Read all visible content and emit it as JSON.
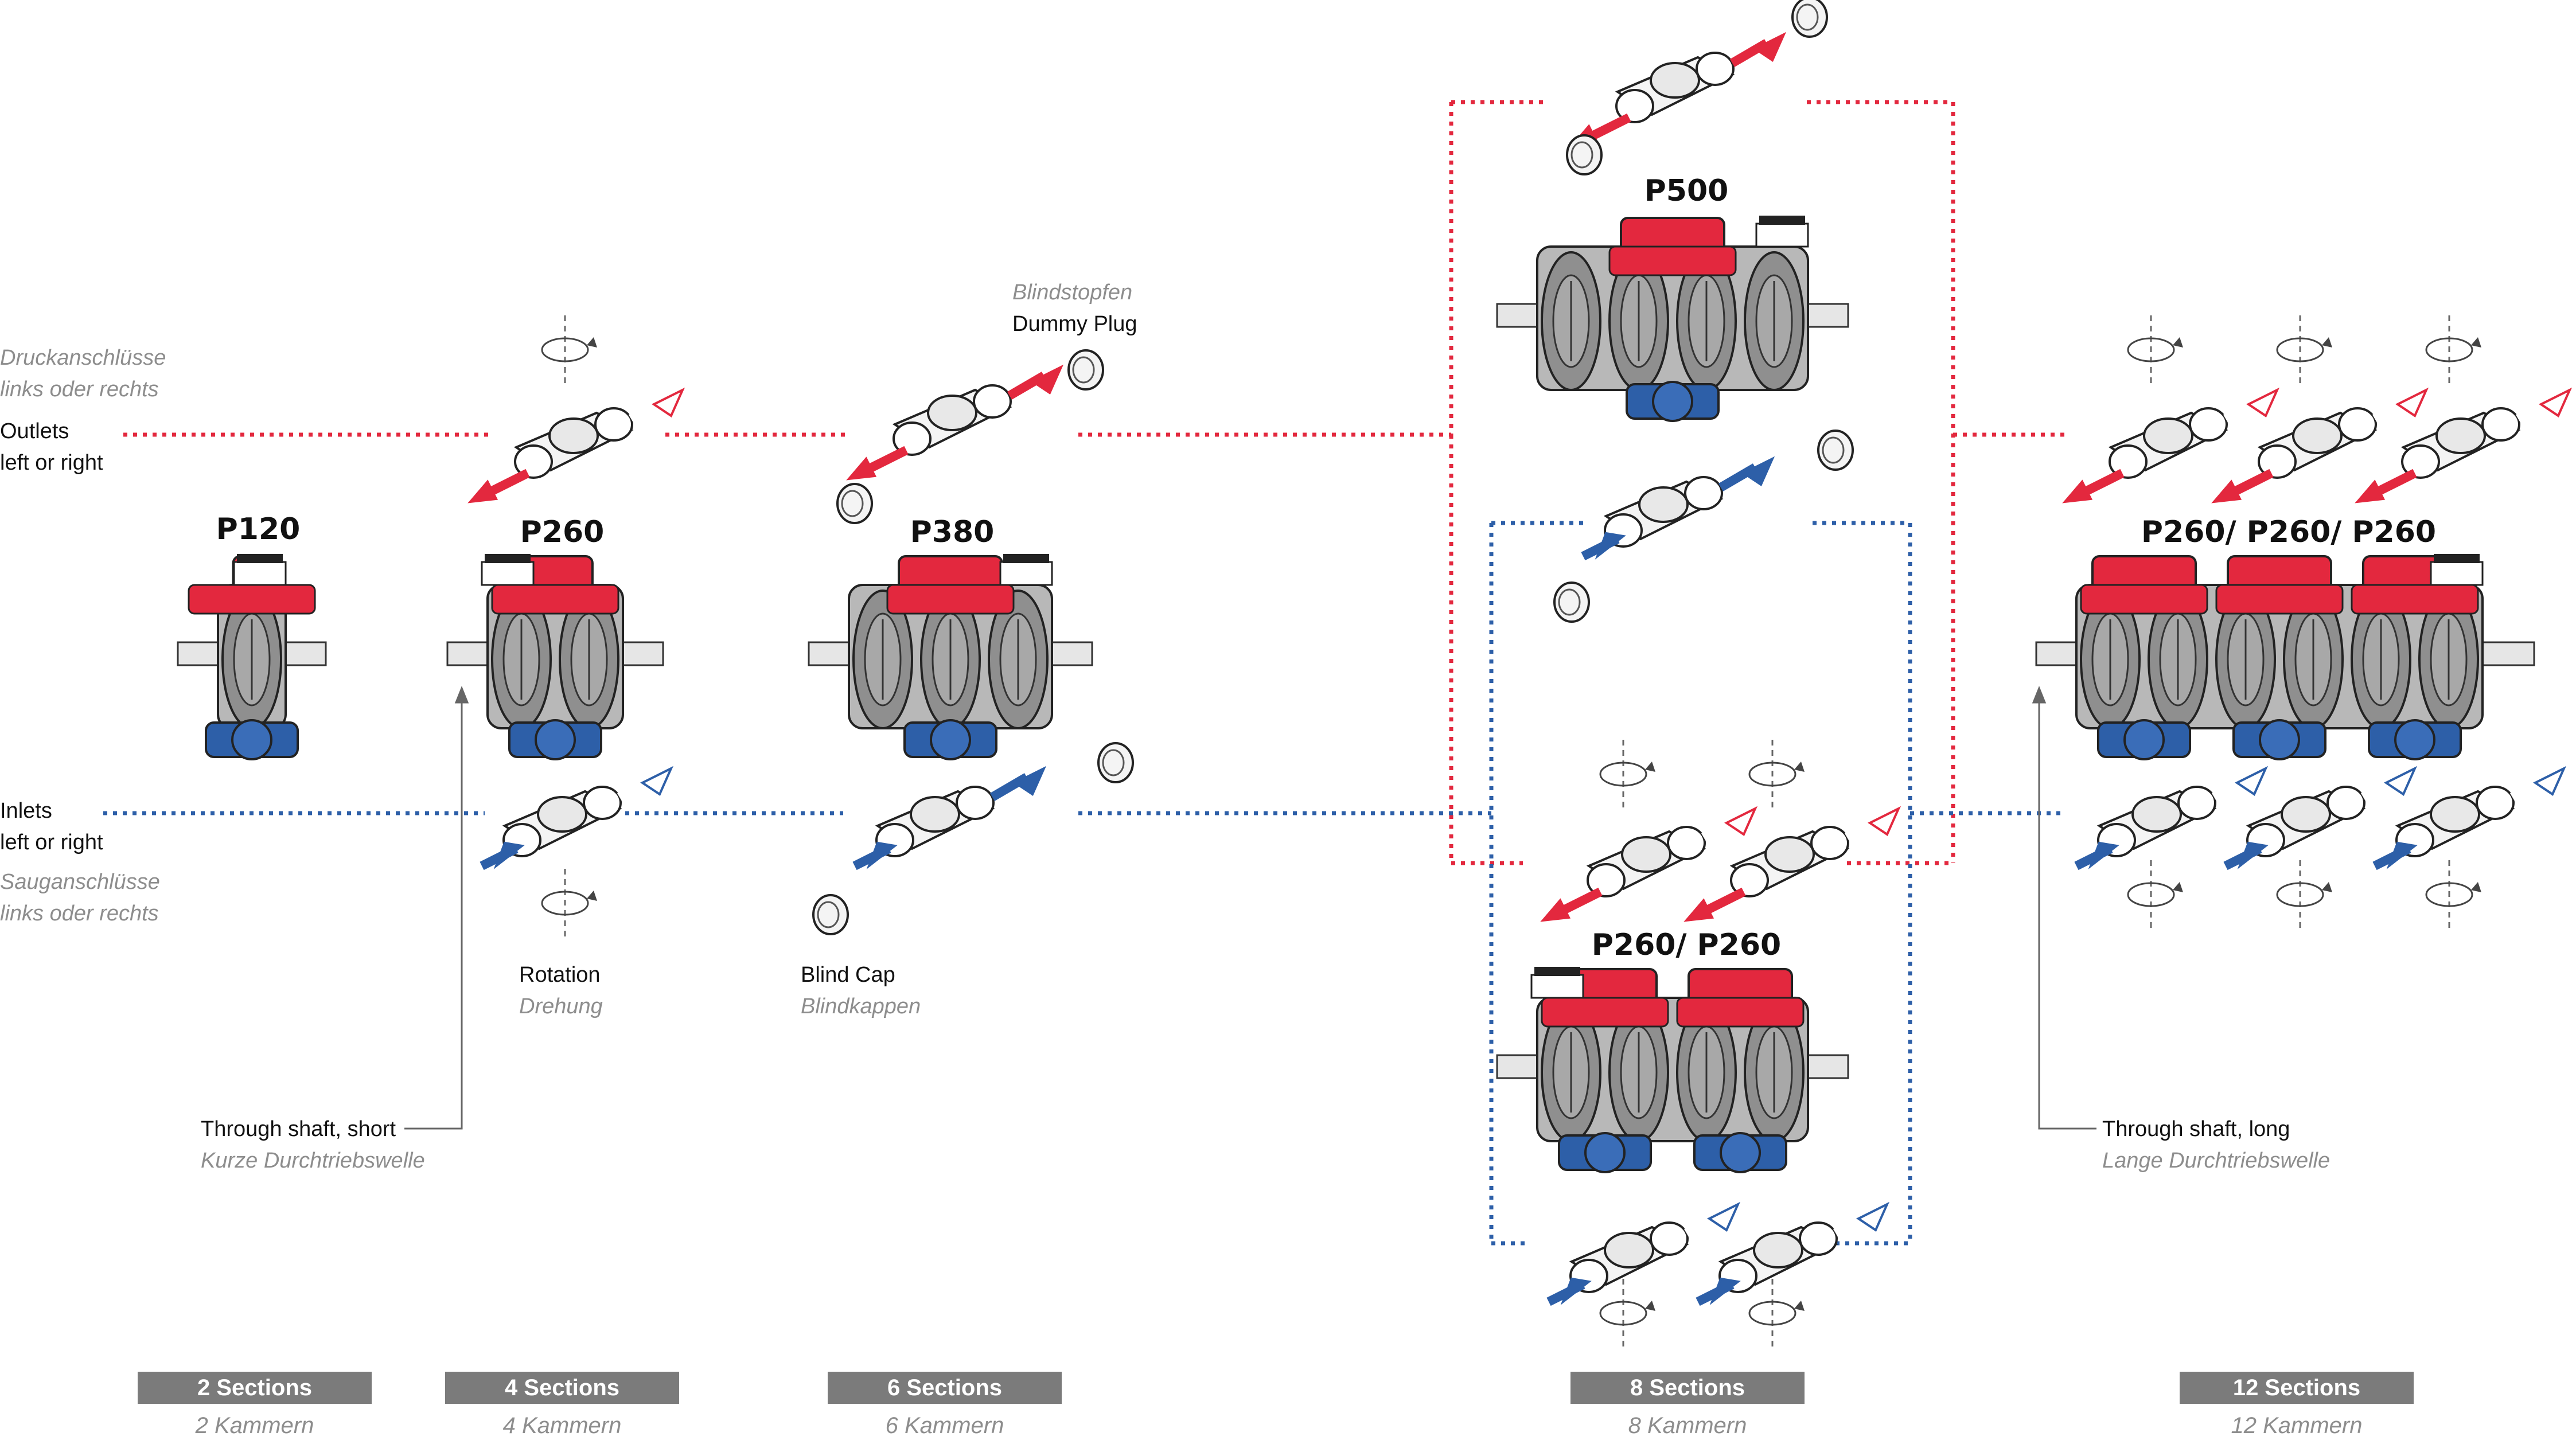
{
  "colors": {
    "outlet_red": "#e3283e",
    "inlet_blue": "#2d5fa8",
    "pump_gray": "#9a9a9a",
    "badge_gray": "#7b7b7b",
    "german_text": "#8d8d8d"
  },
  "legend": {
    "outlets_de_1": "Druckanschlüsse",
    "outlets_de_2": "links oder rechts",
    "outlets_1": "Outlets",
    "outlets_2": "left or right",
    "inlets_1": "Inlets",
    "inlets_2": "left or right",
    "inlets_de_1": "Sauganschlüsse",
    "inlets_de_2": "links oder rechts"
  },
  "pumps": {
    "p120": "P120",
    "p260": "P260",
    "p380": "P380",
    "p500": "P500",
    "p260x2": "P260/ P260",
    "p260x3": "P260/ P260/ P260"
  },
  "annotations": {
    "dummy_plug_de": "Blindstopfen",
    "dummy_plug": "Dummy Plug",
    "rotation": "Rotation",
    "rotation_de": "Drehung",
    "blind_cap": "Blind Cap",
    "blind_cap_de": "Blindkappen",
    "shaft_short": "Through shaft, short",
    "shaft_short_de": "Kurze Durchtriebswelle",
    "shaft_long": "Through shaft, long",
    "shaft_long_de": "Lange Durchtriebswelle"
  },
  "sections": [
    {
      "label": "2 Sections",
      "de": "2 Kammern"
    },
    {
      "label": "4 Sections",
      "de": "4 Kammern"
    },
    {
      "label": "6 Sections",
      "de": "6 Kammern"
    },
    {
      "label": "8 Sections",
      "de": "8 Kammern"
    },
    {
      "label": "12 Sections",
      "de": "12 Kammern"
    }
  ]
}
